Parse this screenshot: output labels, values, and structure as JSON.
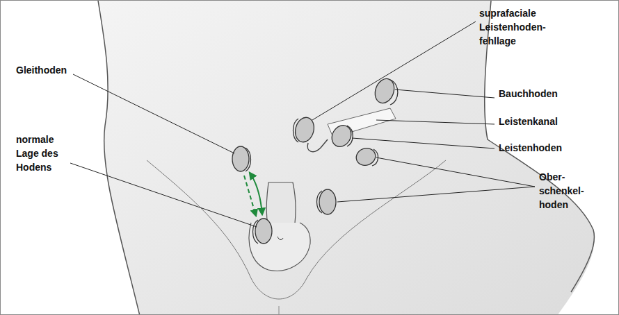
{
  "diagram": {
    "labels": [
      "suprafaciale Leistenhoden- fehllage",
      "Gleithoden",
      "Bauchhoden",
      "Leistenkanal",
      "normale Lage des Hodens",
      "Leistenhoden",
      "Ober- schenkel- hoden"
    ]
  }
}
